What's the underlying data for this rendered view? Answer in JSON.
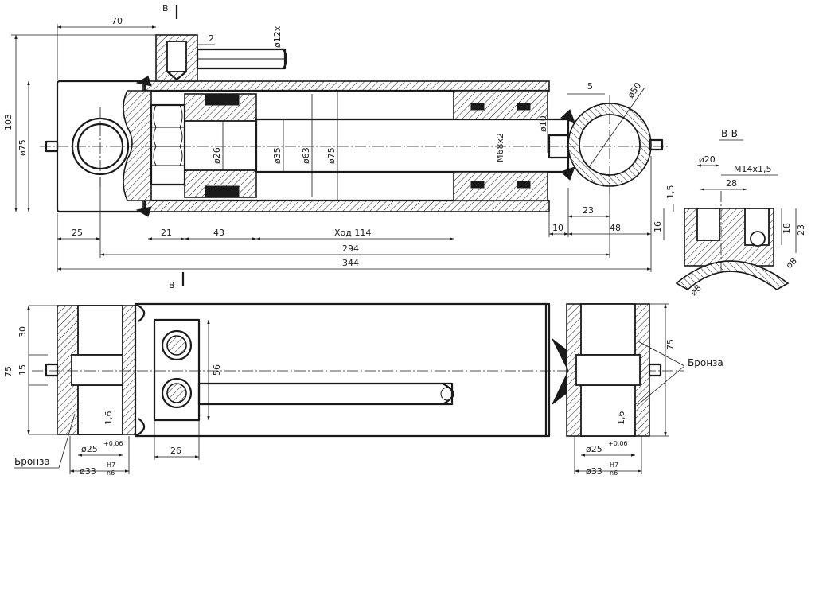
{
  "section_marker": "В",
  "section_view_title": "В-В",
  "labels": {
    "bronze_right": "Бронза",
    "bronze_left": "Бронза"
  },
  "dims": {
    "d70": "70",
    "d2": "2",
    "phi12x": "ø12x",
    "d5": "5",
    "phi50": "ø50",
    "d103": "103",
    "phi75_left": "ø75",
    "phi26": "ø26",
    "phi35": "ø35",
    "phi63": "ø63",
    "phi75_mid": "ø75",
    "m68": "M68x2",
    "phi10": "ø10",
    "d25": "25",
    "d21": "21",
    "d43": "43",
    "stroke": "Ход 114",
    "d10": "10",
    "d23": "23",
    "d48": "48",
    "d294": "294",
    "d344": "344",
    "phi20": "ø20",
    "m14": "M14x1,5",
    "d28": "28",
    "d1_5": "1,5",
    "d16": "16",
    "d18": "18",
    "d23_b": "23",
    "phi8_a": "ø8",
    "phi8_b": "ø8",
    "d75_left": "75",
    "d30": "30",
    "d15": "15",
    "d56": "56",
    "d26": "26",
    "d75_right": "75",
    "rough_left": "1,6",
    "rough_right": "1,6",
    "phi25_left": "ø25",
    "tol_left": "+0,06",
    "phi25_right": "ø25",
    "tol_right": "+0,06",
    "phi33_left": "ø33",
    "phi33_right": "ø33",
    "fit_num": "H7",
    "fit_den": "n6"
  }
}
